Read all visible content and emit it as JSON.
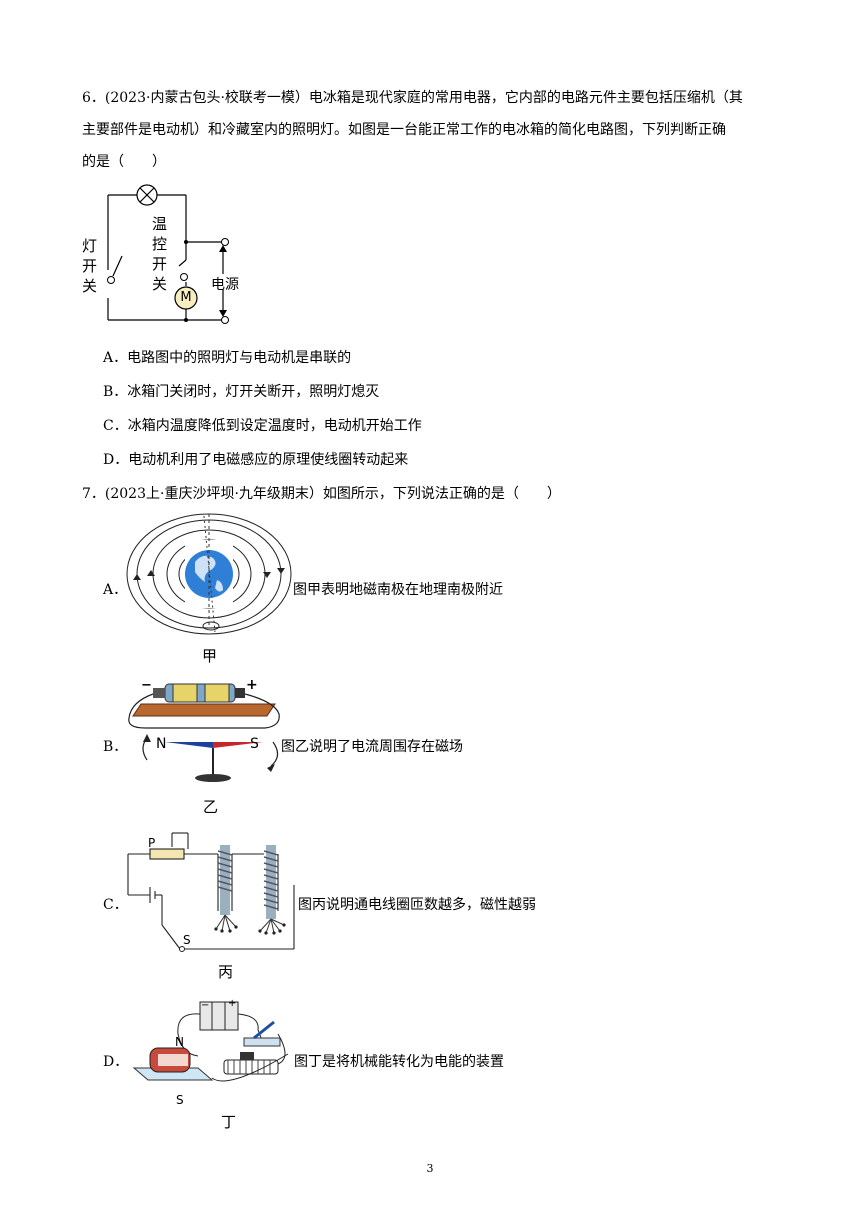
{
  "q6": {
    "line1": "6．(2023·内蒙古包头·校联考一模）电冰箱是现代家庭的常用电器，它内部的电路元件主要包括压缩机（其",
    "line2": "主要部件是电动机）和冷藏室内的照明灯。如图是一台能正常工作的电冰箱的简化电路图，下列判断正确",
    "line3": "的是（　　）",
    "diagram": {
      "lamp_switch_label": [
        "灯",
        "开",
        "关"
      ],
      "thermo_switch_label": [
        "温",
        "控",
        "开",
        "关"
      ],
      "motor_label": "M",
      "power_label": "电源"
    },
    "options": [
      "A．电路图中的照明灯与电动机是串联的",
      "B．冰箱门关闭时，灯开关断开，照明灯熄灭",
      "C．冰箱内温度降低到设定温度时，电动机开始工作",
      "D．电动机利用了电磁感应的原理使线圈转动起来"
    ]
  },
  "q7": {
    "stem": "7．(2023上·重庆沙坪坝·九年级期末）如图所示，下列说法正确的是（　　）",
    "options": [
      {
        "letter": "A．",
        "text": "图甲表明地磁南极在地理南极附近",
        "caption": "甲"
      },
      {
        "letter": "B．",
        "text": "图乙说明了电流周围存在磁场",
        "caption": "乙",
        "n_label": "N",
        "s_label": "S",
        "minus": "−",
        "plus": "+"
      },
      {
        "letter": "C．",
        "text": "图丙说明通电线圈匝数越多，磁性越弱",
        "caption": "丙",
        "p_label": "P",
        "s_label": "S"
      },
      {
        "letter": "D．",
        "text": "图丁是将机械能转化为电能的装置",
        "caption": "丁",
        "n_label": "N",
        "s_label": "S",
        "minus": "−",
        "plus": "+"
      }
    ]
  },
  "page_number": "3"
}
